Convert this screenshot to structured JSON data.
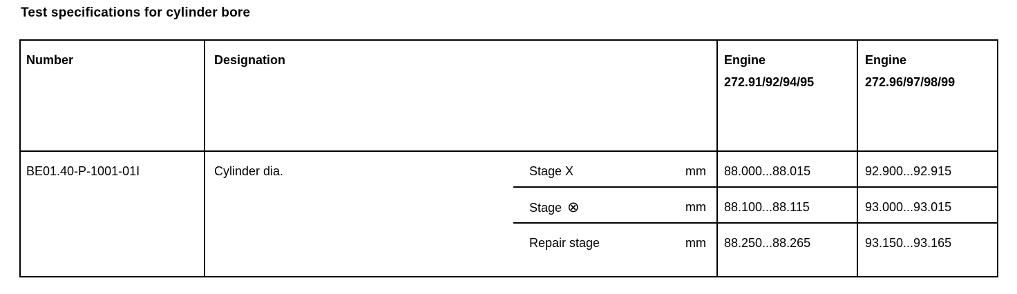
{
  "page": {
    "title": "Test specifications for cylinder bore"
  },
  "table": {
    "headers": {
      "number": "Number",
      "designation": "Designation",
      "engine1_line1": "Engine",
      "engine1_line2": "272.91/92/94/95",
      "engine2_line1": "Engine",
      "engine2_line2": "272.96/97/98/99"
    },
    "row": {
      "number": "BE01.40-P-1001-01I",
      "designation": "Cylinder dia.",
      "stages": [
        {
          "label": "Stage X",
          "symbol": "",
          "unit": "mm",
          "engine1": "88.000...88.015",
          "engine2": "92.900...92.915"
        },
        {
          "label": "Stage",
          "symbol": "⊗",
          "unit": "mm",
          "engine1": "88.100...88.115",
          "engine2": "93.000...93.015"
        },
        {
          "label": "Repair stage",
          "symbol": "",
          "unit": "mm",
          "engine1": "88.250...88.265",
          "engine2": "93.150...93.165"
        }
      ]
    }
  },
  "colors": {
    "background": "#ffffff",
    "text": "#000000",
    "border": "#000000"
  }
}
